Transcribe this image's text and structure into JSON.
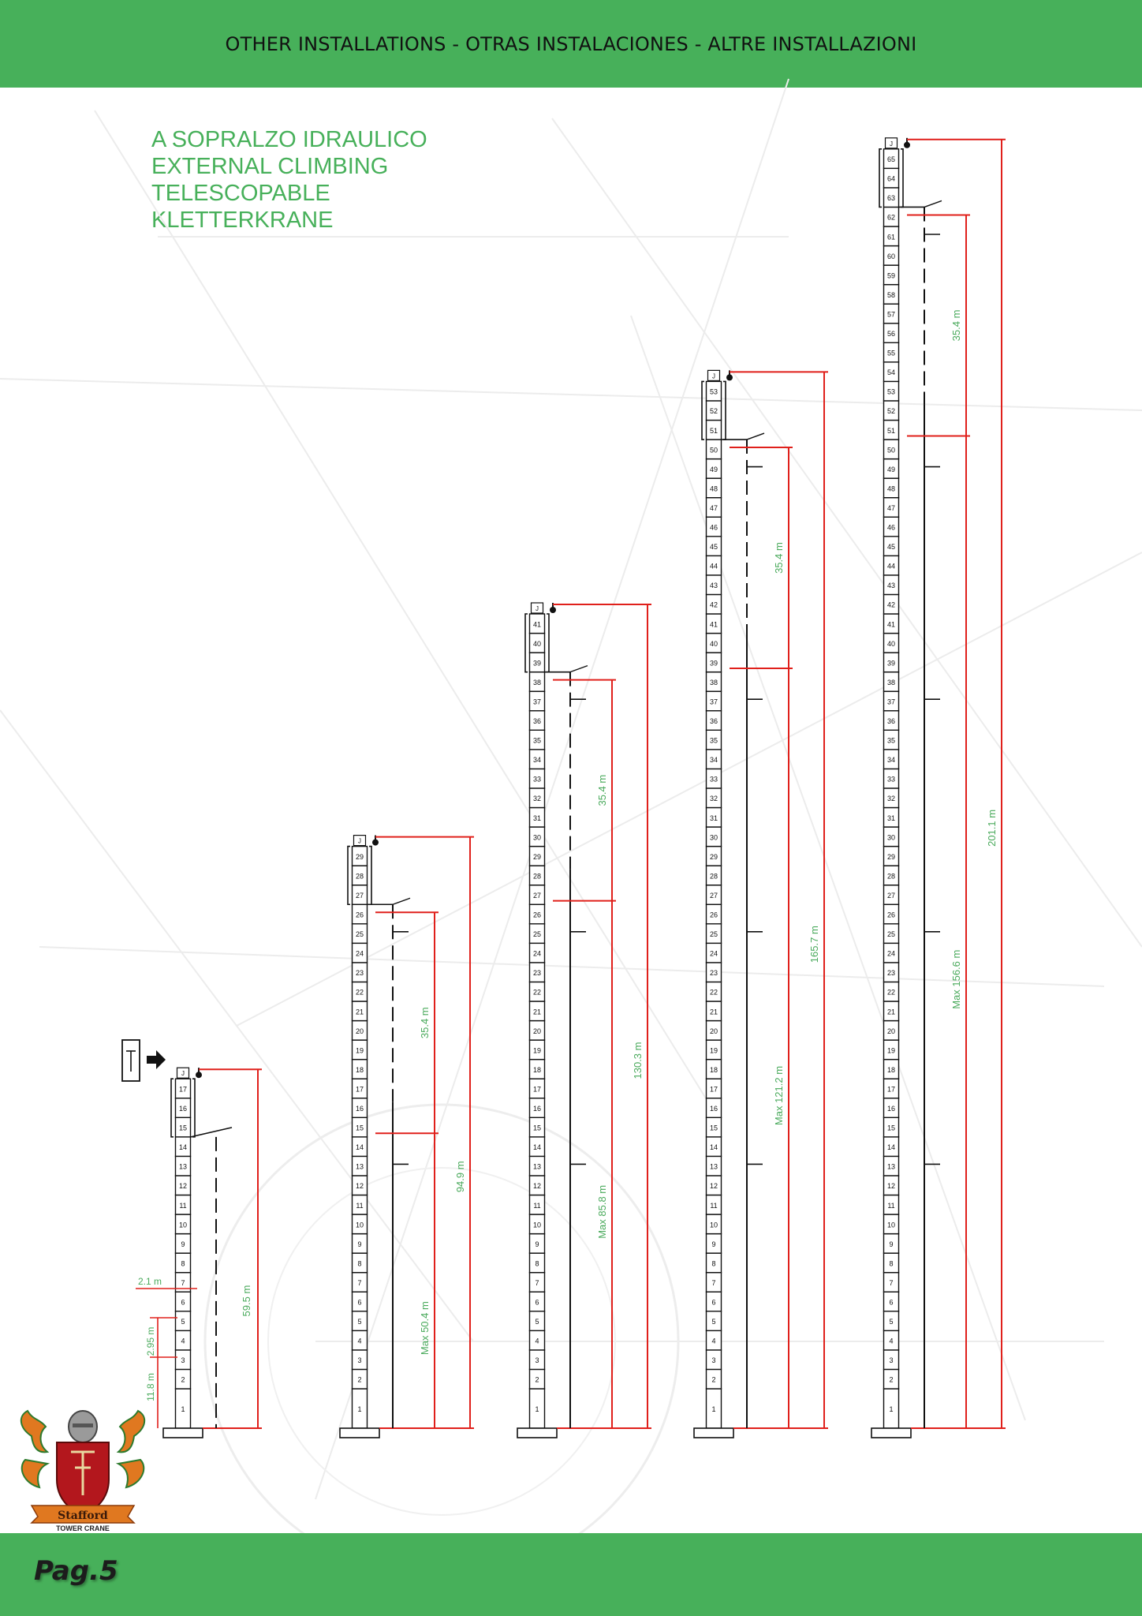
{
  "header": {
    "title": "OTHER INSTALLATIONS - OTRAS INSTALACIONES - ALTRE INSTALLAZIONI"
  },
  "types": [
    "A SOPRALZO IDRAULICO",
    "EXTERNAL CLIMBING",
    "TELESCOPABLE",
    "KLETTERKRANE"
  ],
  "footer": {
    "page_label": "Pag.5"
  },
  "logo": {
    "brand": "Stafford",
    "subtitle": "TOWER CRANE"
  },
  "colors": {
    "brand_green": "#47b05a",
    "dimension_red": "#e0201b",
    "label_green": "#4aaa5c",
    "line": "#111111"
  },
  "climbing_icon": {
    "name": "climbing-frame-icon",
    "arrow": "arrow-right-icon"
  },
  "towers": [
    {
      "sections": 17,
      "top_label": "J",
      "labels": [
        "59.5 m"
      ],
      "details": [
        "2.1 m",
        "2.95 m",
        "11.8 m"
      ]
    },
    {
      "sections": 29,
      "top_label": "J",
      "labels": [
        "35.4 m",
        "94.9 m",
        "Max 50.4 m"
      ]
    },
    {
      "sections": 41,
      "top_label": "J",
      "labels": [
        "35.4 m",
        "130.3 m",
        "Max 85.8 m"
      ]
    },
    {
      "sections": 53,
      "top_label": "J",
      "labels": [
        "35.4 m",
        "165.7 m",
        "Max 121.2 m"
      ]
    },
    {
      "sections": 65,
      "top_label": "J",
      "labels": [
        "35.4 m",
        "201.1 m",
        "Max 156.6 m"
      ]
    }
  ]
}
